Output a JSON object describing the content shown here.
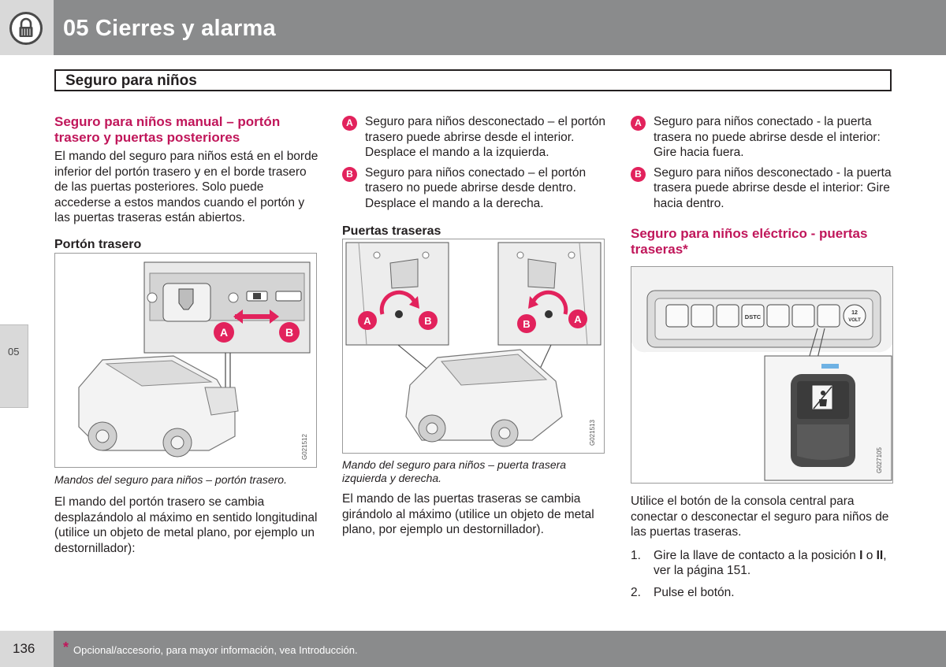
{
  "header": {
    "chapter_title": "05 Cierres y alarma",
    "icon": "lock-icon"
  },
  "section": {
    "title": "Seguro para niños"
  },
  "side_tab": {
    "label": "05"
  },
  "col1": {
    "heading": "Seguro para niños manual – portón trasero y puertas posteriores",
    "intro": "El mando del seguro para niños está en el borde inferior del portón trasero y en el borde trasero de las puertas posteriores. Solo puede accederse a estos mandos cuando el portón y las puertas traseras están abiertos.",
    "subheading": "Portón trasero",
    "figure": {
      "code": "G021512",
      "label_a": "A",
      "label_b": "B"
    },
    "caption": "Mandos del seguro para niños – portón trasero.",
    "body": "El mando del portón trasero se cambia desplazándolo al máximo en sentido longitudinal (utilice un objeto de metal plano, por ejemplo un destornillador):"
  },
  "col2": {
    "bullet_a": "Seguro para niños desconectado – el portón trasero puede abrirse desde el interior. Desplace el mando a la izquierda.",
    "bullet_b": "Seguro para niños conectado – el portón trasero no puede abrirse desde dentro. Desplace el mando a la derecha.",
    "subheading": "Puertas traseras",
    "figure": {
      "code": "G021513",
      "label_a": "A",
      "label_b": "B"
    },
    "caption": "Mando del seguro para niños – puerta trasera izquierda y derecha.",
    "body": "El mando de las puertas traseras se cambia girándolo al máximo (utilice un objeto de metal plano, por ejemplo un destornillador)."
  },
  "col3": {
    "bullet_a": "Seguro para niños conectado - la puerta trasera no puede abrirse desde el interior: Gire hacia fuera.",
    "bullet_b": "Seguro para niños desconectado - la puerta trasera puede abrirse desde el interior: Gire hacia dentro.",
    "heading": "Seguro para niños eléctrico - puertas traseras*",
    "figure": {
      "code": "G027105",
      "btn_dstc": "DSTC",
      "btn_volt_1": "12",
      "btn_volt_2": "VOLT"
    },
    "body": "Utilice el botón de la consola central para conectar o desconectar el seguro para niños de las puertas traseras.",
    "steps": [
      {
        "num": "1.",
        "text_a": "Gire la llave de contacto a la posición ",
        "bold_1": "I",
        "text_b": " o ",
        "bold_2": "II",
        "text_c": ", ver la página 151."
      },
      {
        "num": "2.",
        "text": "Pulse el botón."
      }
    ]
  },
  "footer": {
    "page_number": "136",
    "star": "*",
    "note": "Opcional/accesorio, para mayor información, vea Introducción."
  },
  "colors": {
    "accent": "#c0165a",
    "badge": "#e2225c",
    "header_bg": "#8a8b8c"
  }
}
